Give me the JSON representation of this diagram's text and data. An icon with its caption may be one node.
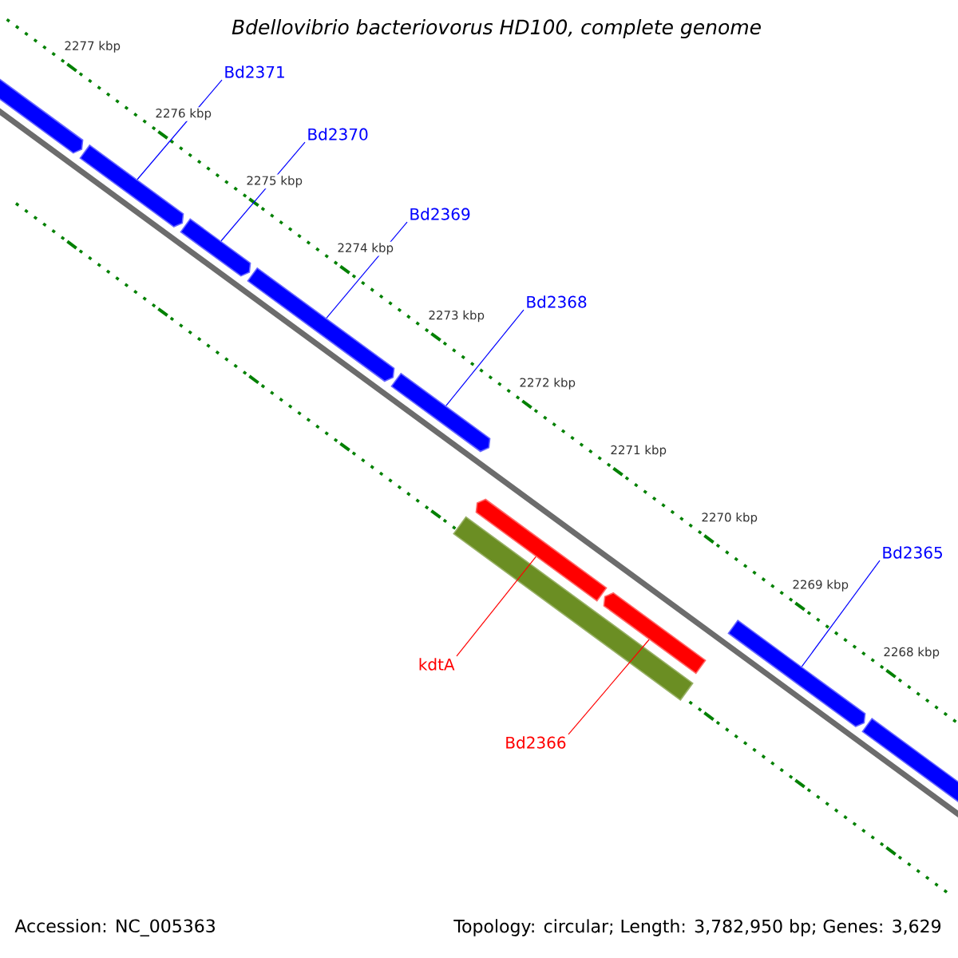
{
  "diagram": {
    "title": "Bdellovibrio bacteriovorus HD100, complete genome",
    "nodes": [
      {
        "text": [],
        "shape": "bar"
      },
      {
        "text": [],
        "shape": "bar"
      },
      {
        "text": [],
        "shape": "bar"
      },
      {
        "text": [],
        "shape": "bar"
      },
      {
        "text": [],
        "shape": "bar"
      },
      {
        "text": [],
        "shape": "bar"
      },
      {
        "text": [],
        "shape": "bar"
      },
      {
        "text": [],
        "shape": "bar"
      },
      {
        "text": [],
        "shape": "bar"
      },
      {
        "text": [],
        "shape": "bar"
      },
      {
        "text": [
          "Bd2371"
        ]
      },
      {
        "text": [
          "Bd2370"
        ]
      },
      {
        "text": [
          "Bd2369"
        ]
      },
      {
        "text": [
          "Bd2368"
        ]
      },
      {
        "text": [
          "Bd2365"
        ]
      },
      {
        "text": [
          "kdtA"
        ]
      },
      {
        "text": [
          "Bd2366"
        ]
      }
    ],
    "edges": [
      {
        "from": 10,
        "to": 1,
        "arrow": "none"
      },
      {
        "from": 11,
        "to": 2,
        "arrow": "none"
      },
      {
        "from": 12,
        "to": 3,
        "arrow": "none"
      },
      {
        "from": 13,
        "to": 4,
        "arrow": "none"
      },
      {
        "from": 14,
        "to": 8,
        "arrow": "none"
      },
      {
        "from": 15,
        "to": 5,
        "arrow": "none",
        "color": "#ff0000"
      },
      {
        "from": 16,
        "to": 6,
        "arrow": "none",
        "color": "#ff0000"
      }
    ],
    "labels": [
      "2277 kbp",
      "2276 kbp",
      "2275 kbp",
      "2274 kbp",
      "2273 kbp",
      "2272 kbp",
      "2271 kbp",
      "2270 kbp",
      "2269 kbp",
      "2268 kbp",
      "Accession: NC_005363",
      "Topology: circular; Length: 3,782,950 bp; Genes: 3,629"
    ]
  }
}
